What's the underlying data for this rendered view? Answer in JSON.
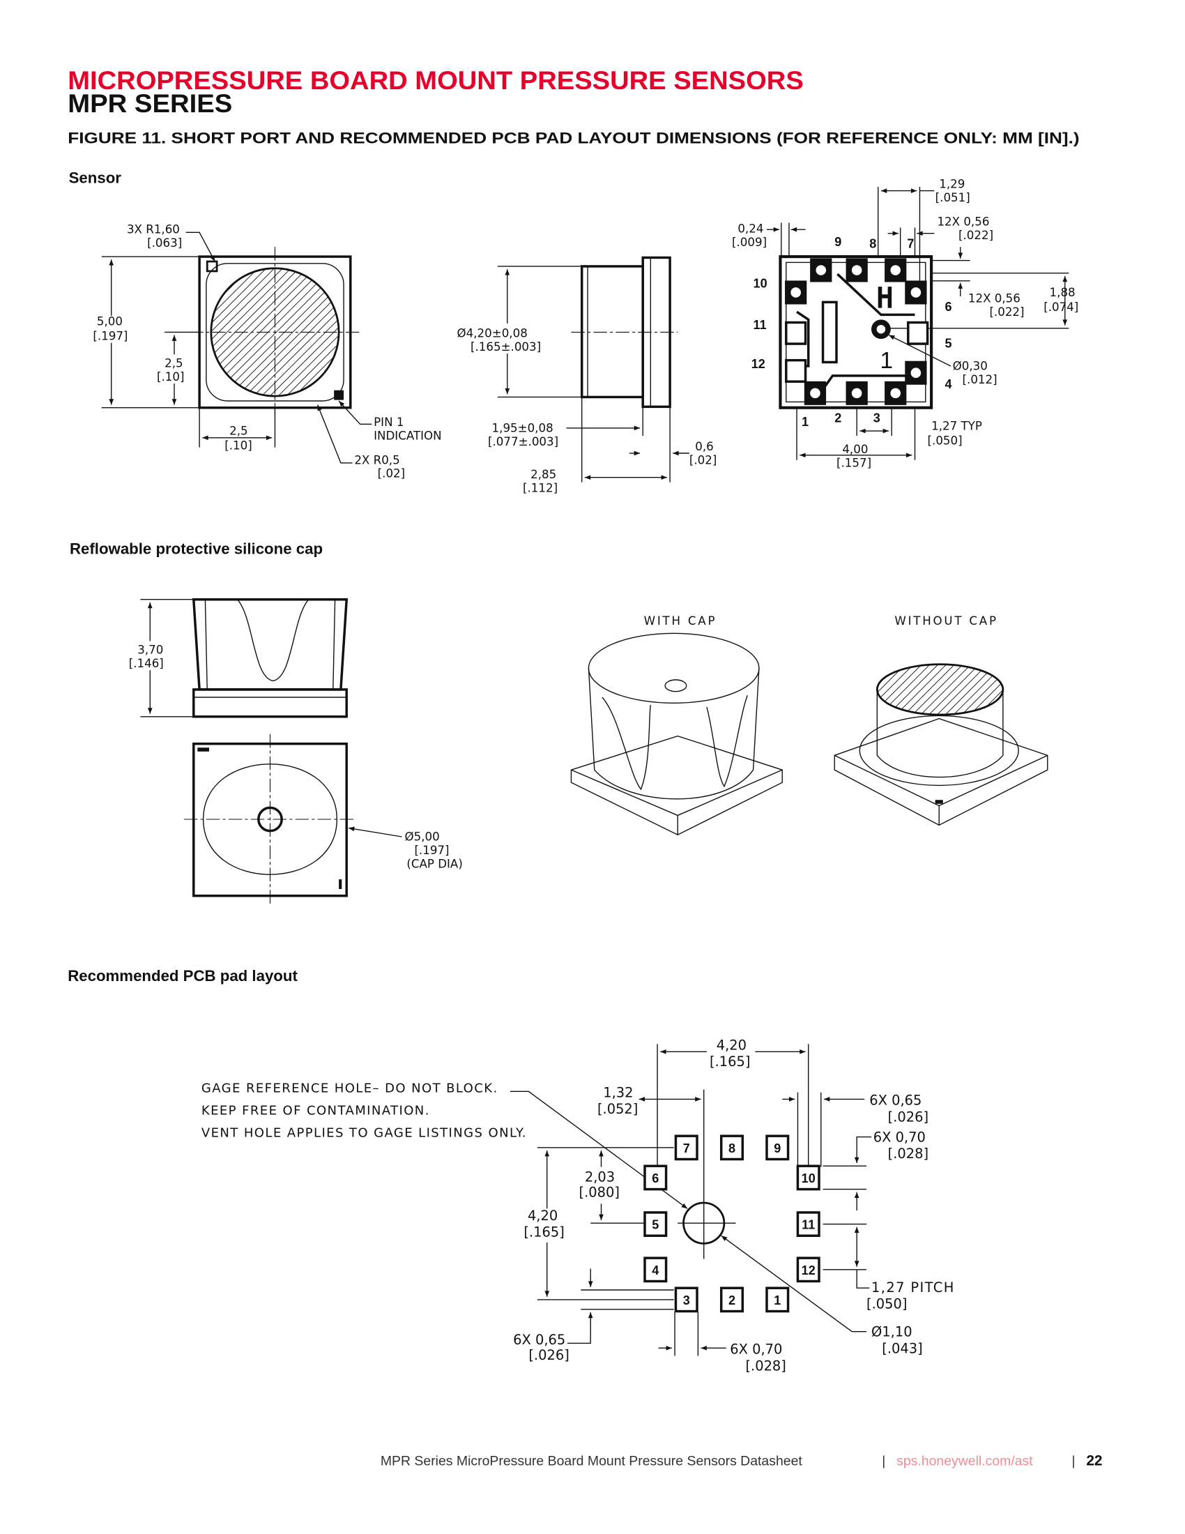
{
  "header": {
    "title": "MICROPRESSURE BOARD MOUNT PRESSURE SENSORS",
    "series": "MPR SERIES",
    "figure_caption": "FIGURE 11. SHORT PORT  AND RECOMMENDED PCB PAD LAYOUT DIMENSIONS (FOR REFERENCE ONLY: MM [IN].)"
  },
  "colors": {
    "brand_red": "#e4002b",
    "link_pink": "#f08c96"
  },
  "sensor": {
    "heading": "Sensor",
    "top": {
      "radius": [
        "3X R1,60",
        "[.063]"
      ],
      "height": [
        "5,00",
        "[.197]"
      ],
      "half_height": [
        "2,5",
        "[.10]"
      ],
      "half_width": [
        "2,5",
        "[.10]"
      ],
      "pin1": [
        "PIN 1",
        "INDICATION"
      ],
      "corner": [
        "2X R0,5",
        "[.02]"
      ]
    },
    "side": {
      "diameter": [
        "Ø4,20±0,08",
        "[.165±.003]"
      ],
      "port_len": [
        "1,95±0,08",
        "[.077±.003]"
      ],
      "base": [
        "0,6",
        "[.02]"
      ],
      "total": [
        "2,85",
        "[.112]"
      ]
    },
    "bottom": {
      "pitch_top": [
        "1,29",
        "[.051]"
      ],
      "edge": [
        "0,24",
        "[.009]"
      ],
      "pad_w": [
        "12X 0,56",
        "[.022]"
      ],
      "pad_h": [
        "12X 0,56",
        "[.022]"
      ],
      "offset": [
        "1,88",
        "[.074]"
      ],
      "hole": [
        "Ø0,30",
        "[.012]"
      ],
      "pitch": [
        "1,27 TYP",
        "[.050]"
      ],
      "width": [
        "4,00",
        "[.157]"
      ],
      "center_mark": "1",
      "pins": [
        "1",
        "2",
        "3",
        "4",
        "5",
        "6",
        "7",
        "8",
        "9",
        "10",
        "11",
        "12"
      ]
    }
  },
  "cap": {
    "heading": "Reflowable protective silicone cap",
    "height": [
      "3,70",
      "[.146]"
    ],
    "diameter": [
      "Ø5,00",
      "[.197]",
      "(CAP DIA)"
    ],
    "with_cap": "WITH CAP",
    "without_cap": "WITHOUT CAP"
  },
  "pcb": {
    "heading": "Recommended PCB pad layout",
    "note": [
      "GAGE REFERENCE HOLE– DO NOT BLOCK.",
      "KEEP FREE OF CONTAMINATION.",
      "VENT HOLE APPLIES TO GAGE LISTINGS ONLY."
    ],
    "width": [
      "4,20",
      "[.165]"
    ],
    "offset_x": [
      "1,32",
      "[.052]"
    ],
    "pad_w_right": [
      "6X 0,65",
      "[.026]"
    ],
    "pad_h_right": [
      "6X 0,70",
      "[.028]"
    ],
    "offset_y": [
      "2,03",
      "[.080]"
    ],
    "height": [
      "4,20",
      "[.165]"
    ],
    "pitch": [
      "1,27 PITCH",
      "[.050]"
    ],
    "hole": [
      "Ø1,10",
      "[.043]"
    ],
    "pad_h_left": [
      "6X 0,65",
      "[.026]"
    ],
    "pad_w_bottom": [
      "6X 0,70",
      "[.028]"
    ],
    "pads": [
      "1",
      "2",
      "3",
      "4",
      "5",
      "6",
      "7",
      "8",
      "9",
      "10",
      "11",
      "12"
    ]
  },
  "footer": {
    "doc": "MPR Series MicroPressure Board Mount Pressure Sensors Datasheet",
    "sep": "|",
    "url": "sps.honeywell.com/ast",
    "page": "22"
  }
}
